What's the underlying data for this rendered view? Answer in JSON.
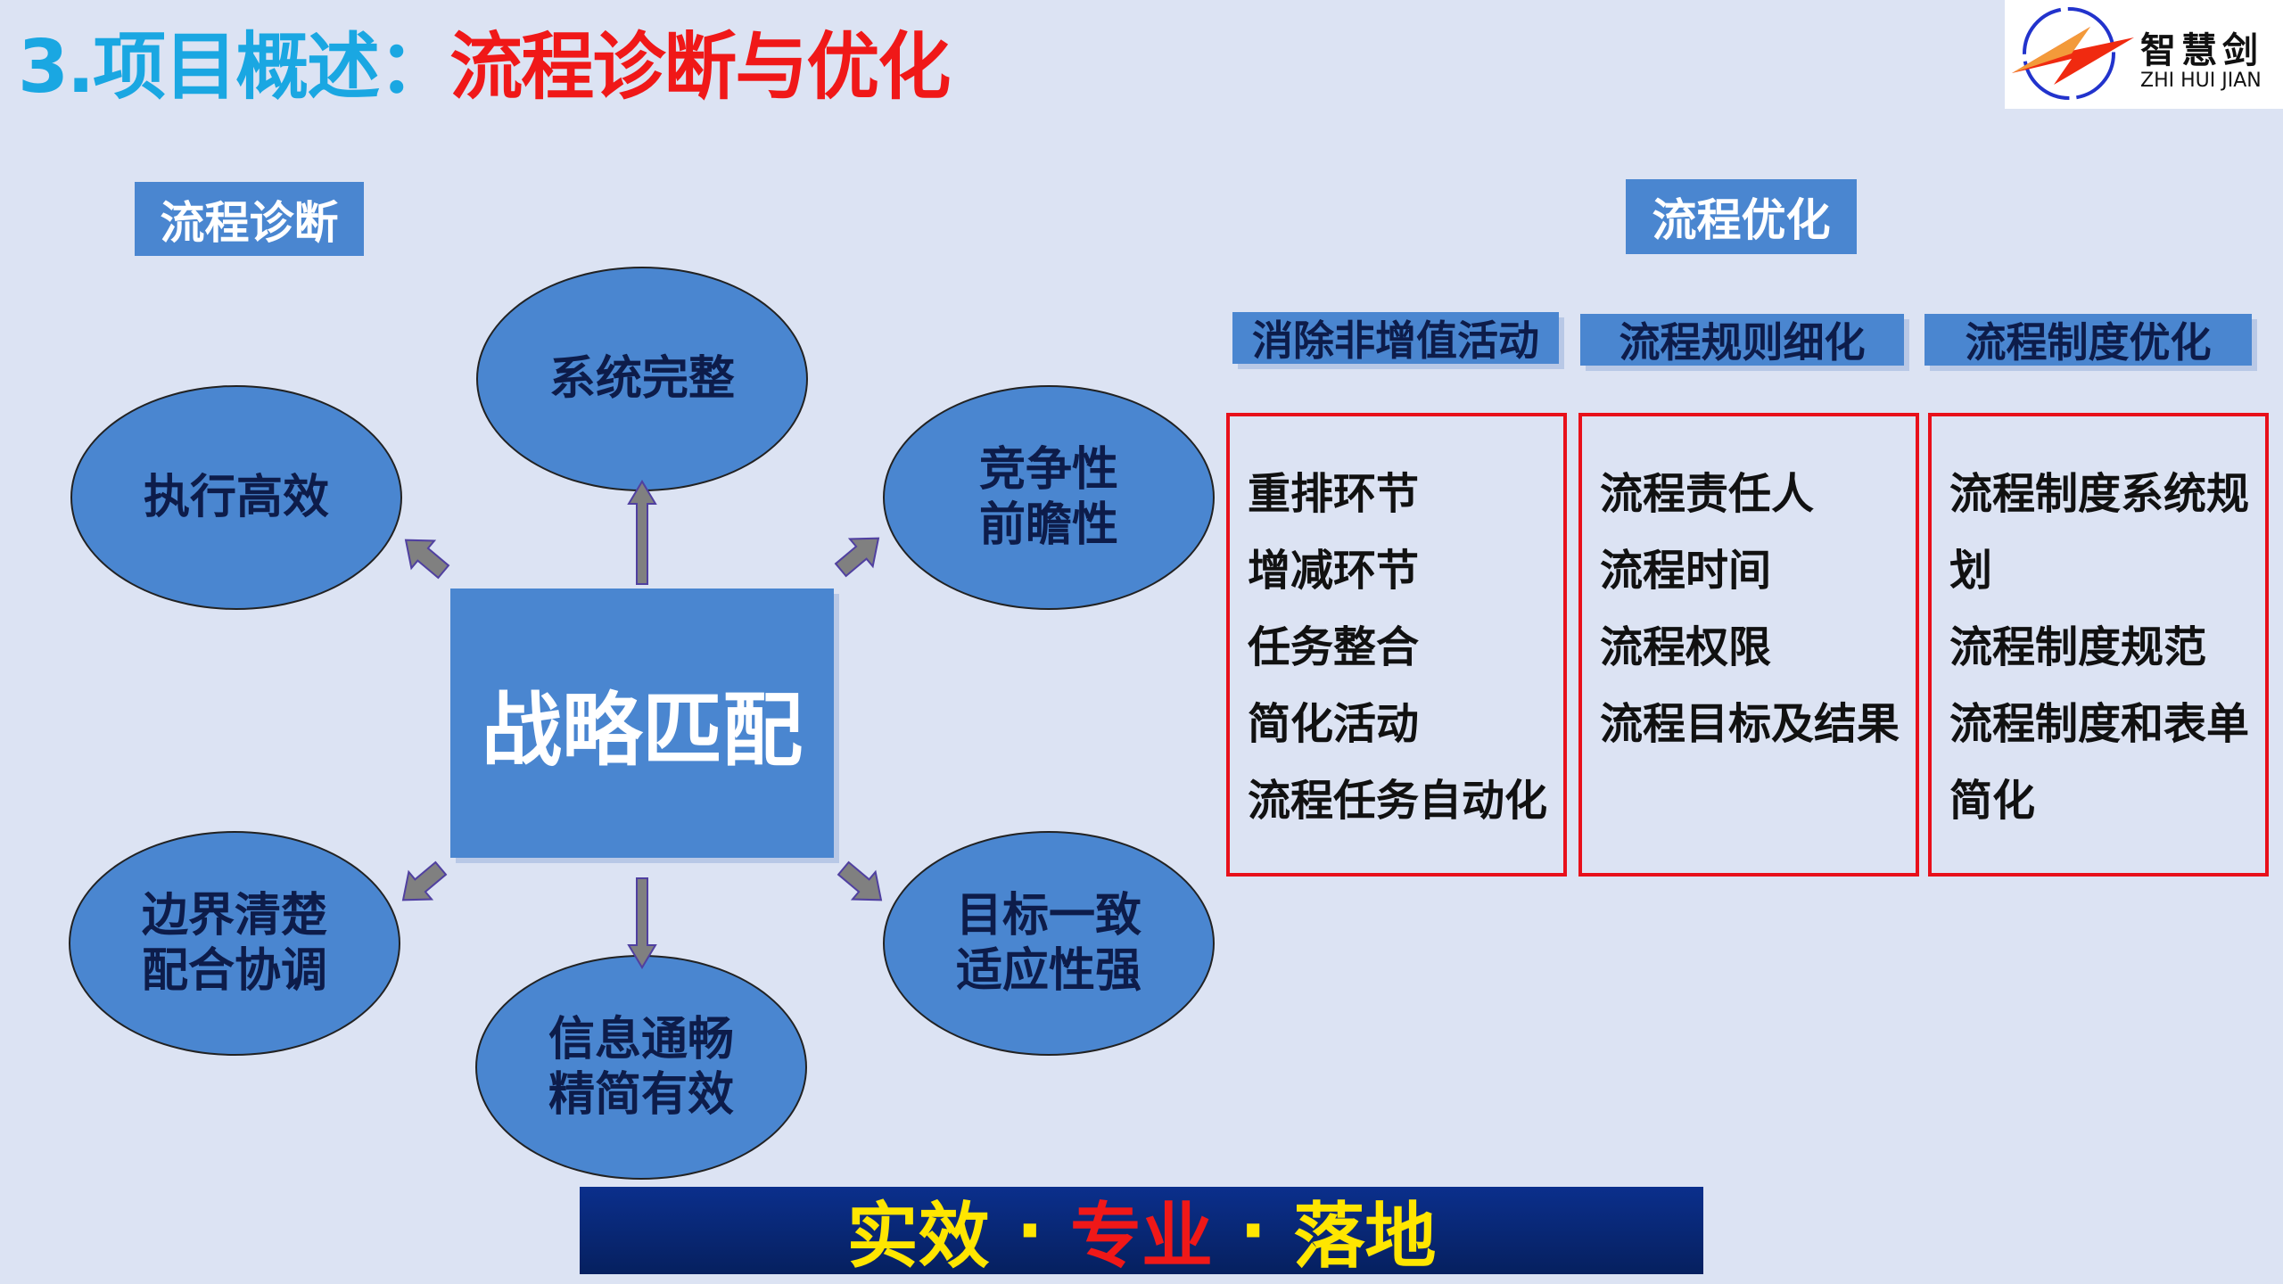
{
  "title": {
    "prefix": "3.项目概述：",
    "main": "流程诊断与优化"
  },
  "logo": {
    "cn": "智慧剑",
    "en": "ZHI HUI JIAN"
  },
  "diagnosis": {
    "label": "流程诊断",
    "center": "战略匹配",
    "nodes": [
      {
        "line1": "系统完整",
        "line2": ""
      },
      {
        "line1": "执行高效",
        "line2": ""
      },
      {
        "line1": "竞争性",
        "line2": "前瞻性"
      },
      {
        "line1": "边界清楚",
        "line2": "配合协调"
      },
      {
        "line1": "信息通畅",
        "line2": "精简有效"
      },
      {
        "line1": "目标一致",
        "line2": "适应性强"
      }
    ]
  },
  "optimization": {
    "label": "流程优化",
    "columns": [
      {
        "header": "消除非增值活动",
        "items": [
          "重排环节",
          "增减环节",
          "任务整合",
          "简化活动",
          "流程任务自动化"
        ]
      },
      {
        "header": "流程规则细化",
        "items": [
          "流程责任人",
          "流程时间",
          "流程权限",
          "流程目标及结果"
        ]
      },
      {
        "header": "流程制度优化",
        "items": [
          "流程制度系统规",
          "划",
          "流程制度规范",
          "流程制度和表单",
          "简化"
        ]
      }
    ]
  },
  "banner": {
    "part1": "实效",
    "dot1": "·",
    "part2": "专业",
    "dot2": "·",
    "part3": "落地"
  }
}
